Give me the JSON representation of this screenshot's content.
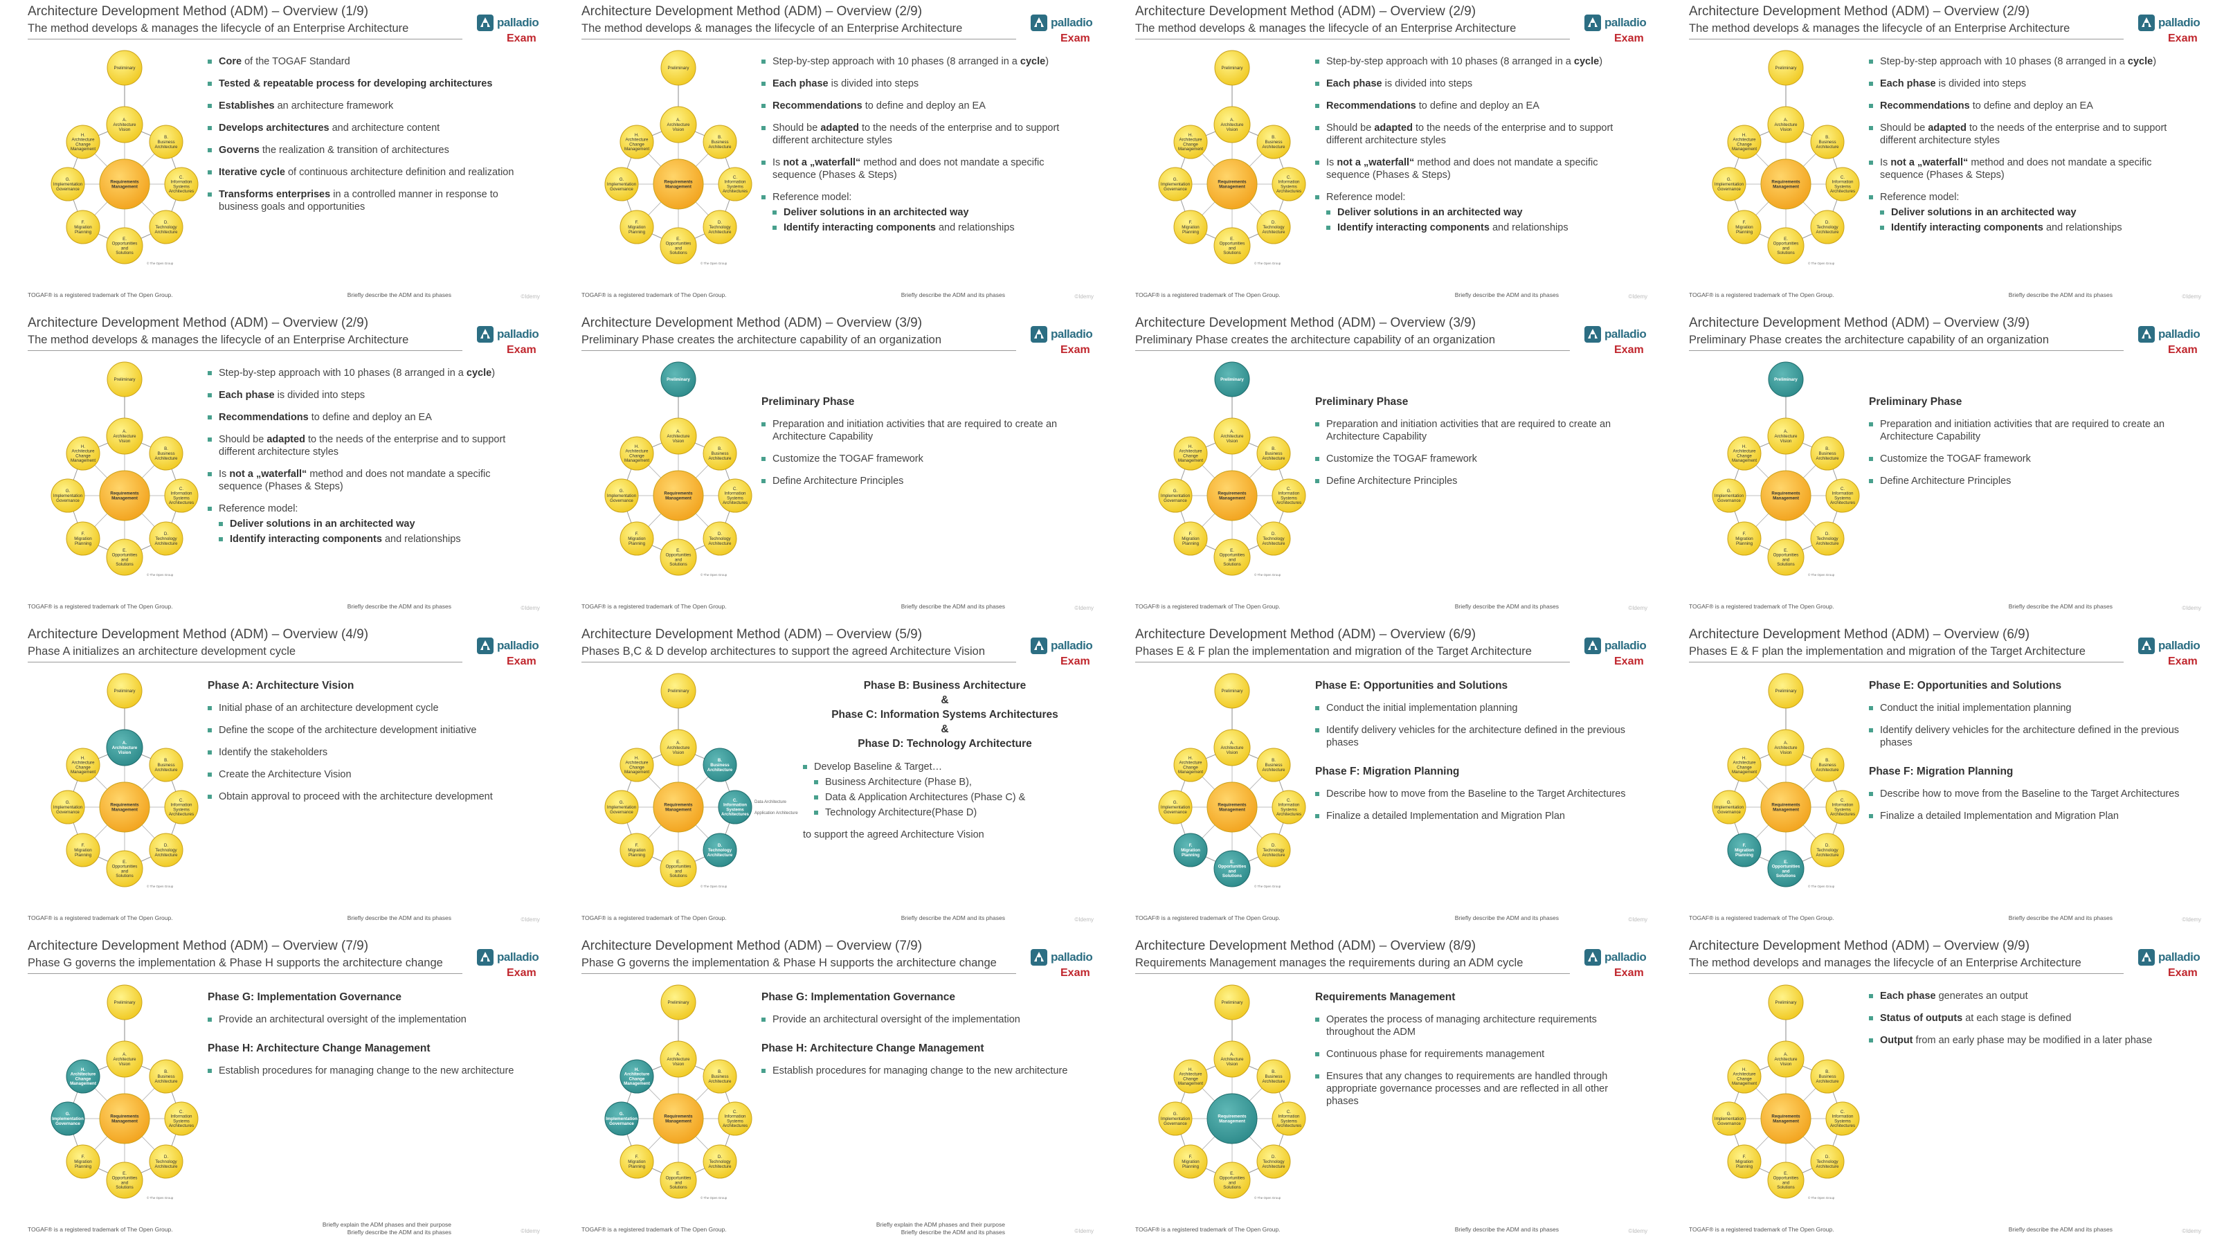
{
  "logo": {
    "word": "palladio",
    "tag": "Exam"
  },
  "footer_left": "TOGAF® is a registered trademark of The Open Group.",
  "footer_right": "Briefly describe the ADM and its phases",
  "footer_right_alt": "Briefly explain the ADM phases and their purpose",
  "page_marker": "©Idemy",
  "diagram": {
    "preliminary": "Preliminary",
    "a": [
      "A.",
      "Architecture",
      "Vision"
    ],
    "b": [
      "B.",
      "Business",
      "Architecture"
    ],
    "c": [
      "C.",
      "Information",
      "Systems",
      "Architectures"
    ],
    "d": [
      "D.",
      "Technology",
      "Architecture"
    ],
    "e": [
      "E.",
      "Opportunities",
      "and",
      "Solutions"
    ],
    "f": [
      "F.",
      "Migration",
      "Planning"
    ],
    "g": [
      "G.",
      "Implementation",
      "Governance"
    ],
    "h": [
      "H.",
      "Architecture",
      "Change",
      "Management"
    ],
    "center": [
      "Requirements",
      "Management"
    ],
    "copyright": "© The Open Group",
    "data_arch": "Data Architecture",
    "app_arch": "Application Architecture"
  },
  "slides": [
    {
      "title": "Architecture Development Method (ADM) – Overview (1/9)",
      "subtitle": "The method develops & manages the lifecycle of an Enterprise Architecture",
      "bullets": [
        {
          "pre": "",
          "b": "Core",
          "post": " of the TOGAF Standard"
        },
        {
          "pre": "",
          "b": "Tested & repeatable process for developing architectures",
          "post": ""
        },
        {
          "pre": "",
          "b": "Establishes",
          "post": " an architecture framework"
        },
        {
          "pre": "",
          "b": "Develops architectures",
          "post": " and architecture content"
        },
        {
          "pre": "",
          "b": "Governs",
          "post": " the realization & transition of architectures"
        },
        {
          "pre": "",
          "b": "Iterative cycle",
          "post": " of continuous architecture definition and realization"
        },
        {
          "pre": "",
          "b": "Transforms enterprises",
          "post": " in a controlled manner in response to business goals and opportunities"
        }
      ]
    },
    {
      "title": "Architecture Development Method (ADM) – Overview (2/9)",
      "subtitle": "The method develops & manages the lifecycle of an Enterprise Architecture",
      "bullets": [
        {
          "pre": "Step-by-step approach with 10 phases (8 arranged in a ",
          "b": "cycle",
          "post": ")"
        },
        {
          "pre": "",
          "b": "Each phase",
          "post": " is divided into steps"
        },
        {
          "pre": "",
          "b": "Recommendations",
          "post": " to define and deploy an EA"
        },
        {
          "pre": "Should be ",
          "b": "adapted",
          "post": " to the needs of the enterprise and to support different architecture styles"
        },
        {
          "pre": "Is ",
          "b": "not a „waterfall“",
          "post": " method and does not mandate a specific sequence (Phases & Steps)"
        },
        {
          "pre": "Reference model:",
          "b": "",
          "post": ""
        }
      ],
      "subs": [
        {
          "pre": "",
          "b": "Deliver solutions in an architected way",
          "post": ""
        },
        {
          "pre": "",
          "b": "Identify interacting components",
          "post": " and relationships"
        }
      ]
    },
    {
      "title": "Architecture Development Method (ADM) – Overview (3/9)",
      "subtitle": "Preliminary Phase creates the architecture capability of an organization",
      "head": "Preliminary Phase",
      "bullets": [
        {
          "pre": "Preparation and initiation activities that are required to create an Architecture Capability",
          "b": "",
          "post": ""
        },
        {
          "pre": "Customize the TOGAF framework",
          "b": "",
          "post": ""
        },
        {
          "pre": "Define Architecture Principles",
          "b": "",
          "post": ""
        }
      ]
    },
    {
      "title": "Architecture Development Method (ADM) – Overview (4/9)",
      "subtitle": "Phase A initializes an architecture development cycle",
      "head": "Phase A: Architecture Vision",
      "bullets": [
        {
          "pre": "Initial phase of an architecture development cycle",
          "b": "",
          "post": ""
        },
        {
          "pre": "Define the scope of the architecture development initiative",
          "b": "",
          "post": ""
        },
        {
          "pre": "Identify the stakeholders",
          "b": "",
          "post": ""
        },
        {
          "pre": "Create the Architecture Vision",
          "b": "",
          "post": ""
        },
        {
          "pre": "Obtain approval to proceed with the architecture development",
          "b": "",
          "post": ""
        }
      ]
    },
    {
      "title": "Architecture Development Method (ADM) – Overview (5/9)",
      "subtitle": "Phases B,C & D develop architectures to support the agreed Architecture Vision",
      "heads": [
        "Phase B: Business Architecture",
        "&",
        "Phase C: Information Systems Architectures",
        "&",
        "Phase D: Technology Architecture"
      ],
      "bullets": [
        {
          "pre": "Develop Baseline & Target…",
          "b": "",
          "post": ""
        }
      ],
      "subs": [
        {
          "pre": "Business  Architecture (Phase B),",
          "b": "",
          "post": ""
        },
        {
          "pre": "Data & Application Architectures (Phase C) &",
          "b": "",
          "post": ""
        },
        {
          "pre": "Technology Architecture(Phase D)",
          "b": "",
          "post": ""
        }
      ],
      "tail": "to support the agreed Architecture Vision"
    },
    {
      "title": "Architecture Development Method (ADM) – Overview (6/9)",
      "subtitle": "Phases E & F plan the implementation and migration of the Target Architecture",
      "head": "Phase E: Opportunities and Solutions",
      "bullets": [
        {
          "pre": "Conduct the initial implementation planning",
          "b": "",
          "post": ""
        },
        {
          "pre": "Identify delivery vehicles for the architecture defined in the previous phases",
          "b": "",
          "post": ""
        }
      ],
      "head2": "Phase F: Migration Planning",
      "bullets2": [
        {
          "pre": "Describe how to move from the Baseline to the Target Architectures",
          "b": "",
          "post": ""
        },
        {
          "pre": "Finalize a detailed Implementation and Migration Plan",
          "b": "",
          "post": ""
        }
      ]
    },
    {
      "title": "Architecture Development Method (ADM) – Overview (7/9)",
      "subtitle": "Phase G governs the implementation & Phase H supports the architecture change",
      "head": "Phase G: Implementation Governance",
      "bullets": [
        {
          "pre": "Provide an architectural oversight of the implementation",
          "b": "",
          "post": ""
        }
      ],
      "head2": "Phase H: Architecture Change Management",
      "bullets2": [
        {
          "pre": "Establish procedures for managing change to the new architecture",
          "b": "",
          "post": ""
        }
      ]
    },
    {
      "title": "Architecture Development Method (ADM) – Overview (8/9)",
      "subtitle": "Requirements Management manages the requirements during an ADM cycle",
      "head": "Requirements Management",
      "bullets": [
        {
          "pre": "Operates the process of managing architecture requirements throughout the ADM",
          "b": "",
          "post": ""
        },
        {
          "pre": "Continuous phase for requirements management",
          "b": "",
          "post": ""
        },
        {
          "pre": "Ensures that any changes to requirements are handled through appropriate governance processes and are reflected in all other phases",
          "b": "",
          "post": ""
        }
      ]
    },
    {
      "title": "Architecture Development Method (ADM) – Overview (9/9)",
      "subtitle": "The method develops and manages the lifecycle of an Enterprise Architecture",
      "bullets": [
        {
          "pre": "",
          "b": "Each phase",
          "post": " generates an output"
        },
        {
          "pre": "",
          "b": "Status of outputs",
          "post": " at each stage is defined"
        },
        {
          "pre": "",
          "b": "Output",
          "post": " from an early phase may be modified in a later phase"
        }
      ]
    }
  ],
  "layout": [
    {
      "s": 0,
      "hl": [],
      "foot": 0
    },
    {
      "s": 1,
      "hl": [],
      "foot": 0
    },
    {
      "s": 1,
      "hl": [],
      "foot": 0
    },
    {
      "s": 1,
      "hl": [],
      "foot": 0
    },
    {
      "s": 1,
      "hl": [],
      "foot": 0
    },
    {
      "s": 2,
      "hl": [
        "preliminary"
      ],
      "foot": 0
    },
    {
      "s": 2,
      "hl": [
        "preliminary"
      ],
      "foot": 0
    },
    {
      "s": 2,
      "hl": [
        "preliminary"
      ],
      "foot": 0
    },
    {
      "s": 3,
      "hl": [
        "a"
      ],
      "foot": 0
    },
    {
      "s": 4,
      "hl": [
        "b",
        "c",
        "d"
      ],
      "foot": 0
    },
    {
      "s": 5,
      "hl": [
        "e",
        "f"
      ],
      "foot": 0
    },
    {
      "s": 5,
      "hl": [
        "e",
        "f"
      ],
      "foot": 0
    },
    {
      "s": 6,
      "hl": [
        "g",
        "h"
      ],
      "foot": 1
    },
    {
      "s": 6,
      "hl": [
        "g",
        "h"
      ],
      "foot": 1
    },
    {
      "s": 7,
      "hl": [
        "center"
      ],
      "foot": 0
    },
    {
      "s": 8,
      "hl": [],
      "foot": 0
    }
  ]
}
